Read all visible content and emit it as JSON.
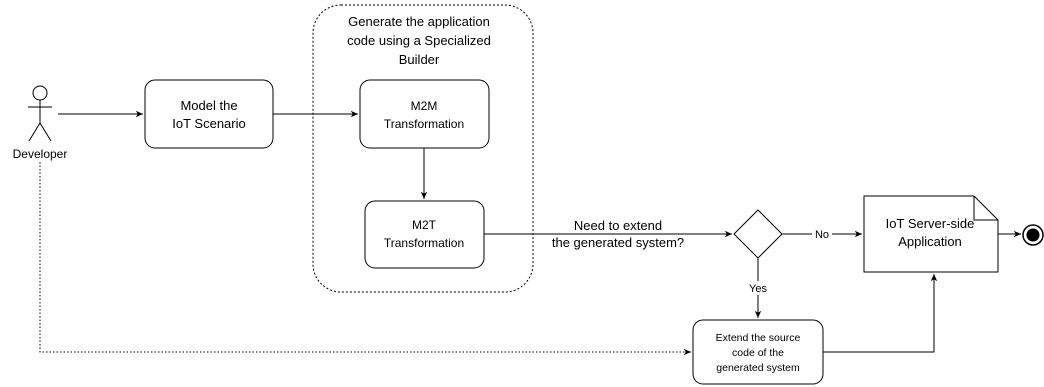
{
  "actor": {
    "label": "Developer"
  },
  "group": {
    "title_line1": "Generate the application",
    "title_line2": "code using a Specialized",
    "title_line3": "Builder"
  },
  "nodes": {
    "model": {
      "line1": "Model the",
      "line2": "IoT Scenario"
    },
    "m2m": {
      "line1": "M2M",
      "line2": "Transformation"
    },
    "m2t": {
      "line1": "M2T",
      "line2": "Transformation"
    },
    "server_app": {
      "line1": "IoT Server-side",
      "line2": "Application"
    },
    "extend": {
      "line1": "Extend the source",
      "line2": "code of the",
      "line3": "generated system"
    }
  },
  "decision": {
    "question_line1": "Need to extend",
    "question_line2": "the generated system?",
    "no_label": "No",
    "yes_label": "Yes"
  },
  "colors": {
    "stroke": "#000000",
    "background": "#ffffff"
  }
}
